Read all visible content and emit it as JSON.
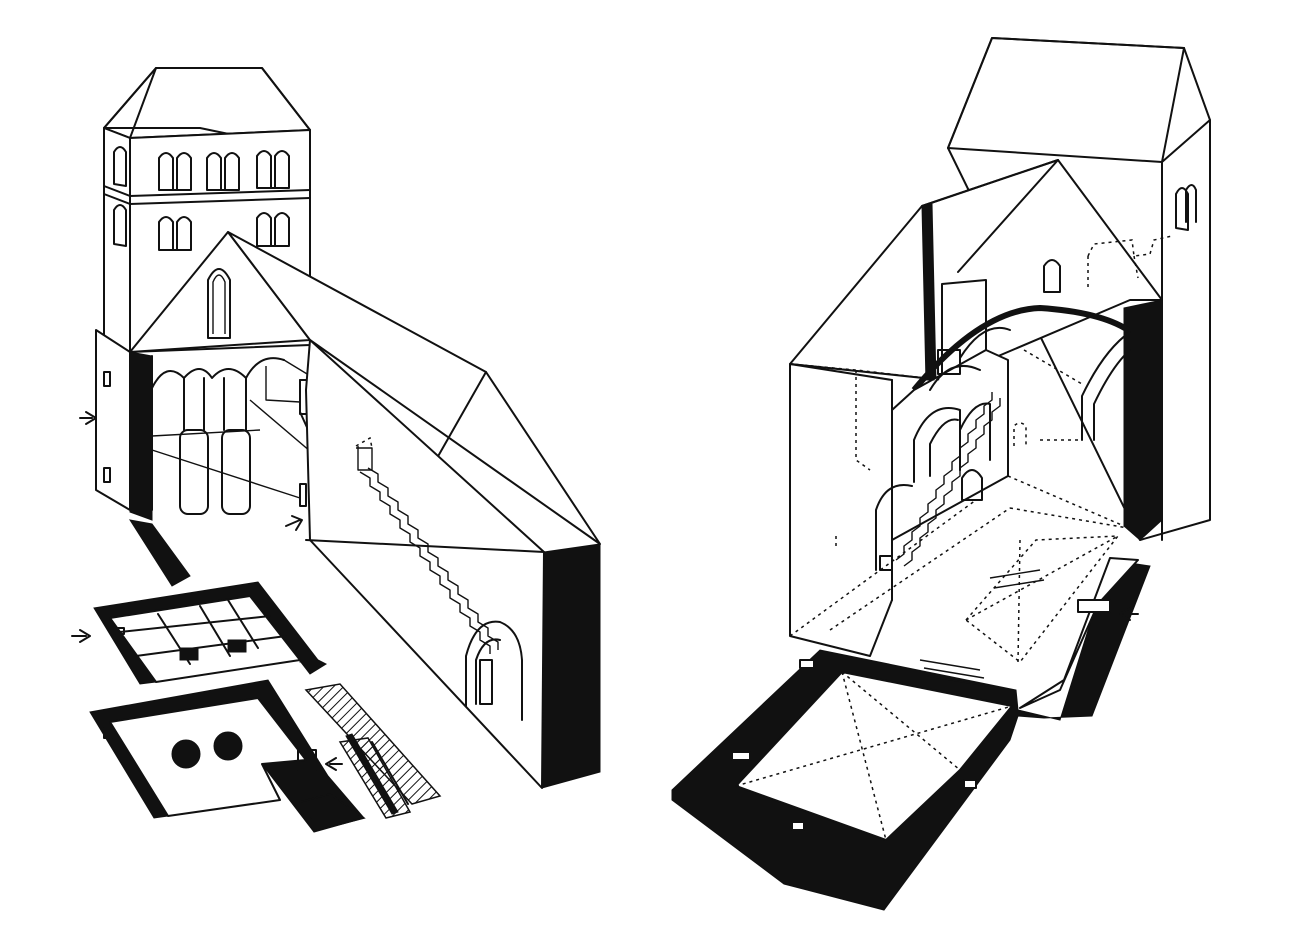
{
  "figure": {
    "drawings": [
      {
        "id": "tower-church",
        "parts": [
          "tower",
          "nave-cutaway",
          "staircase",
          "upper-floor-plan",
          "lower-floor-plan"
        ]
      },
      {
        "id": "vaulted-chapel",
        "parts": [
          "gabled-block",
          "cutaway-arches",
          "ground-plan"
        ]
      }
    ],
    "entrance_markers": 4
  }
}
